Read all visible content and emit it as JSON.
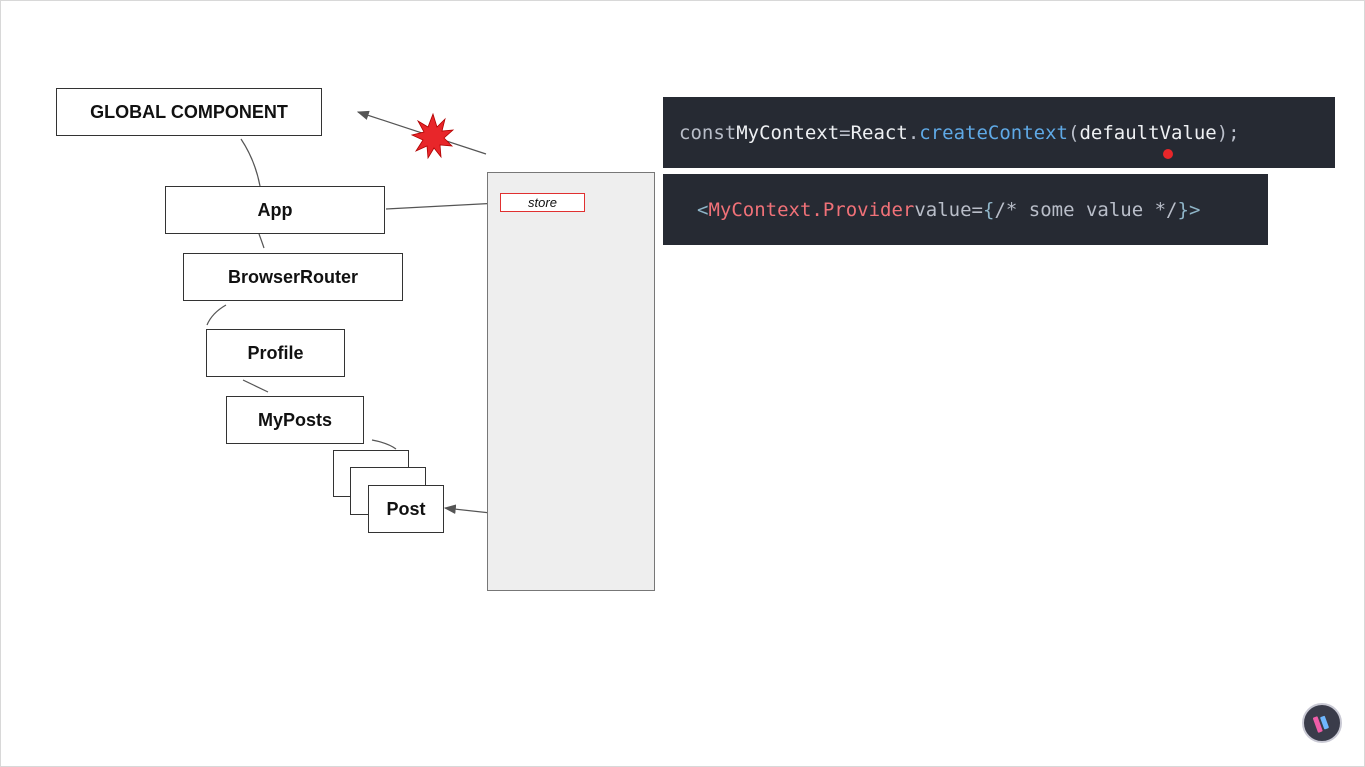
{
  "diagram": {
    "nodes": {
      "global": "GLOBAL COMPONENT",
      "app": "App",
      "router": "BrowserRouter",
      "profile": "Profile",
      "myposts": "MyPosts",
      "post": "Post"
    },
    "store_label": "store"
  },
  "code": {
    "line1": {
      "keyword": "const",
      "name": "MyContext",
      "equals": "=",
      "object": "React",
      "dot": ".",
      "method": "createContext",
      "open_paren": "(",
      "arg": "defaultValue",
      "close": ");"
    },
    "line2": {
      "open": "<",
      "tag": "MyContext.Provider",
      "attr": "value=",
      "brace_open": "{",
      "comment": "/* some value */",
      "brace_close": "}",
      "close": ">"
    }
  },
  "colors": {
    "code_background": "#262a33",
    "store_border": "#e03030",
    "burst": "#e8262a"
  },
  "icons": {
    "burst": "explosion-icon",
    "channel_logo": "logo-icon"
  }
}
